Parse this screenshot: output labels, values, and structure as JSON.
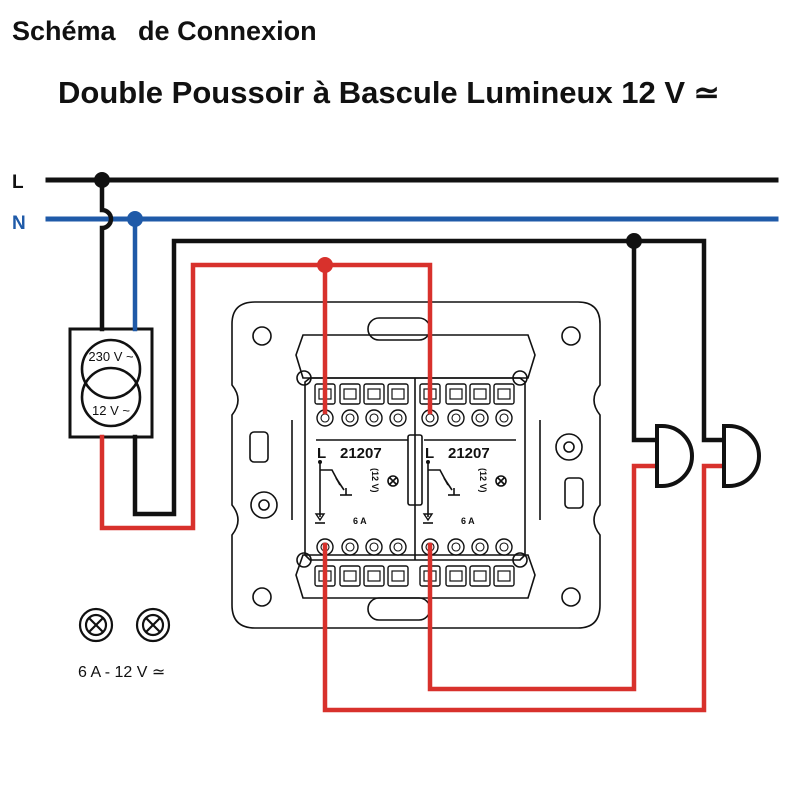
{
  "title": "Schéma   de Connexion",
  "subtitle": "Double Poussoir à Bascule Lumineux 12 V ≃",
  "lines": {
    "live": {
      "label": "L",
      "color": "#111111"
    },
    "neutral": {
      "label": "N",
      "color": "#1f5aa8"
    }
  },
  "wire_colors": {
    "black": "#111111",
    "blue": "#1f5aa8",
    "red": "#d8312c"
  },
  "transformer": {
    "primary": "230 V ~",
    "secondary": "12 V ~"
  },
  "switch_left": {
    "terminal": "L",
    "ref": "21207",
    "voltage": "(12 V)",
    "rating": "6 A"
  },
  "switch_right": {
    "terminal": "L",
    "ref": "21207",
    "voltage": "(12 V)",
    "rating": "6 A"
  },
  "lamp_rating": "6 A - 12 V ≃",
  "icons": [
    "lamp-icon",
    "bell-icon",
    "transformer-icon",
    "push-button-icon",
    "ground-arrow-icon"
  ]
}
